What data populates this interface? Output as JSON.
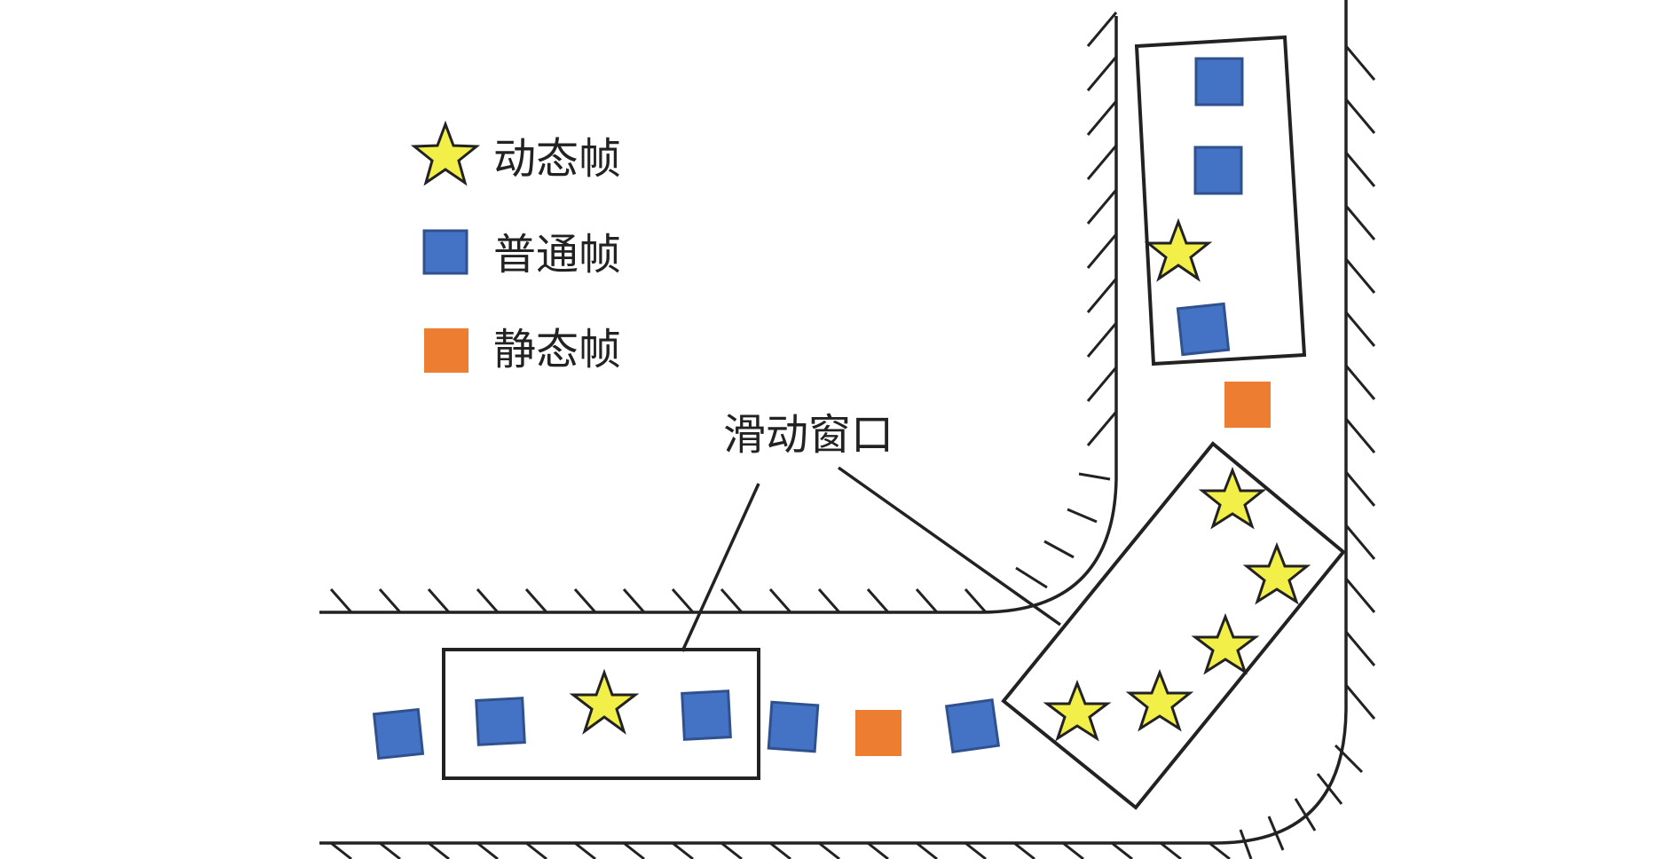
{
  "legend": {
    "items": [
      {
        "label": "动态帧",
        "kind": "star"
      },
      {
        "label": "普通帧",
        "kind": "square-blue"
      },
      {
        "label": "静态帧",
        "kind": "square-orange"
      }
    ]
  },
  "callout": {
    "label": "滑动窗口"
  },
  "colors": {
    "dynamic_frame": "#F2EF48",
    "normal_frame": "#4472C4",
    "normal_frame_stroke": "#2F528F",
    "static_frame": "#ED7D31",
    "line": "#222222"
  }
}
